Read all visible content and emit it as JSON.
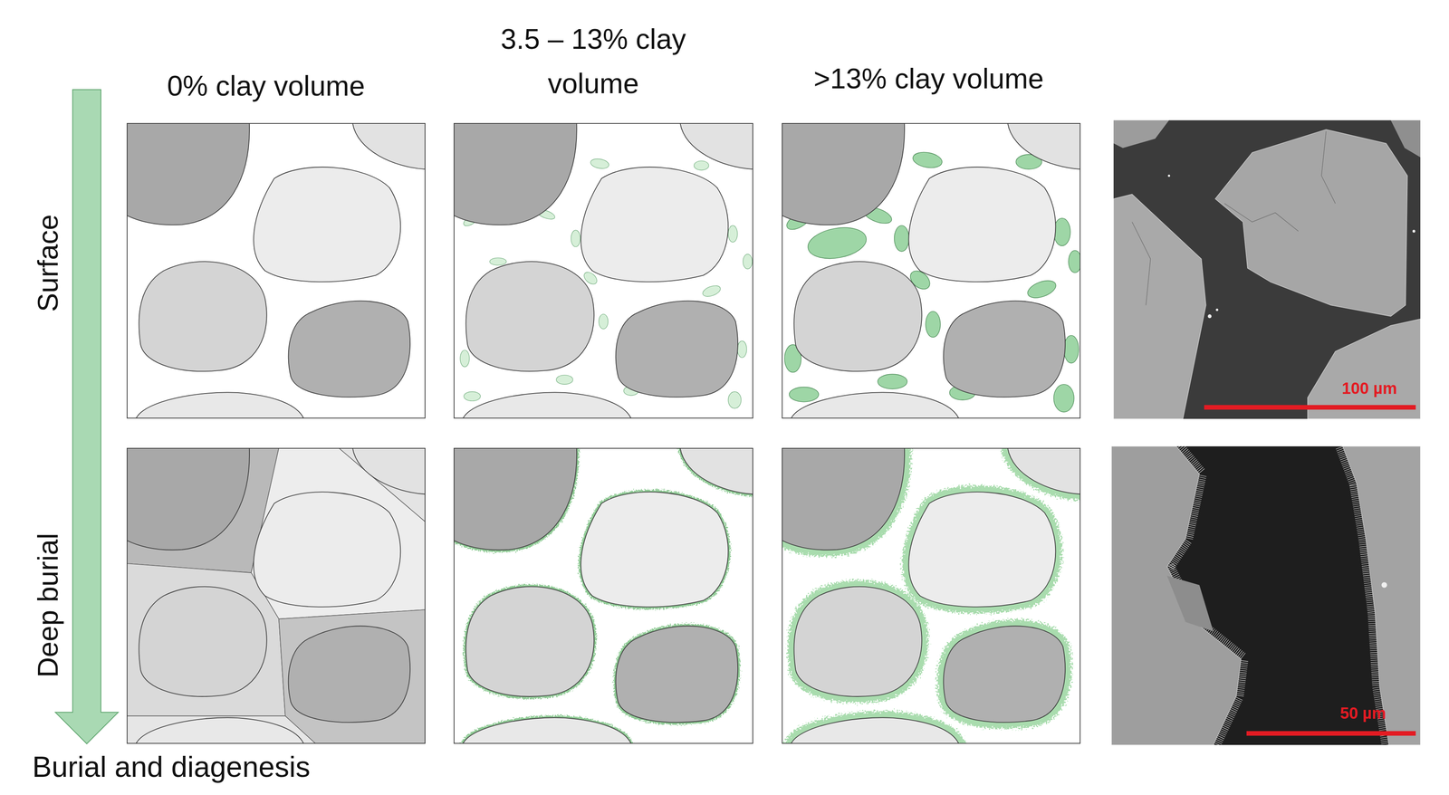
{
  "diagram": {
    "labels": [
      "0% clay volume",
      "3.5 – 13% clay volume",
      ">13% clay volume",
      "Surface",
      "Deep burial",
      "Burial and diagenesis",
      "100 µm",
      "50 µm"
    ]
  }
}
